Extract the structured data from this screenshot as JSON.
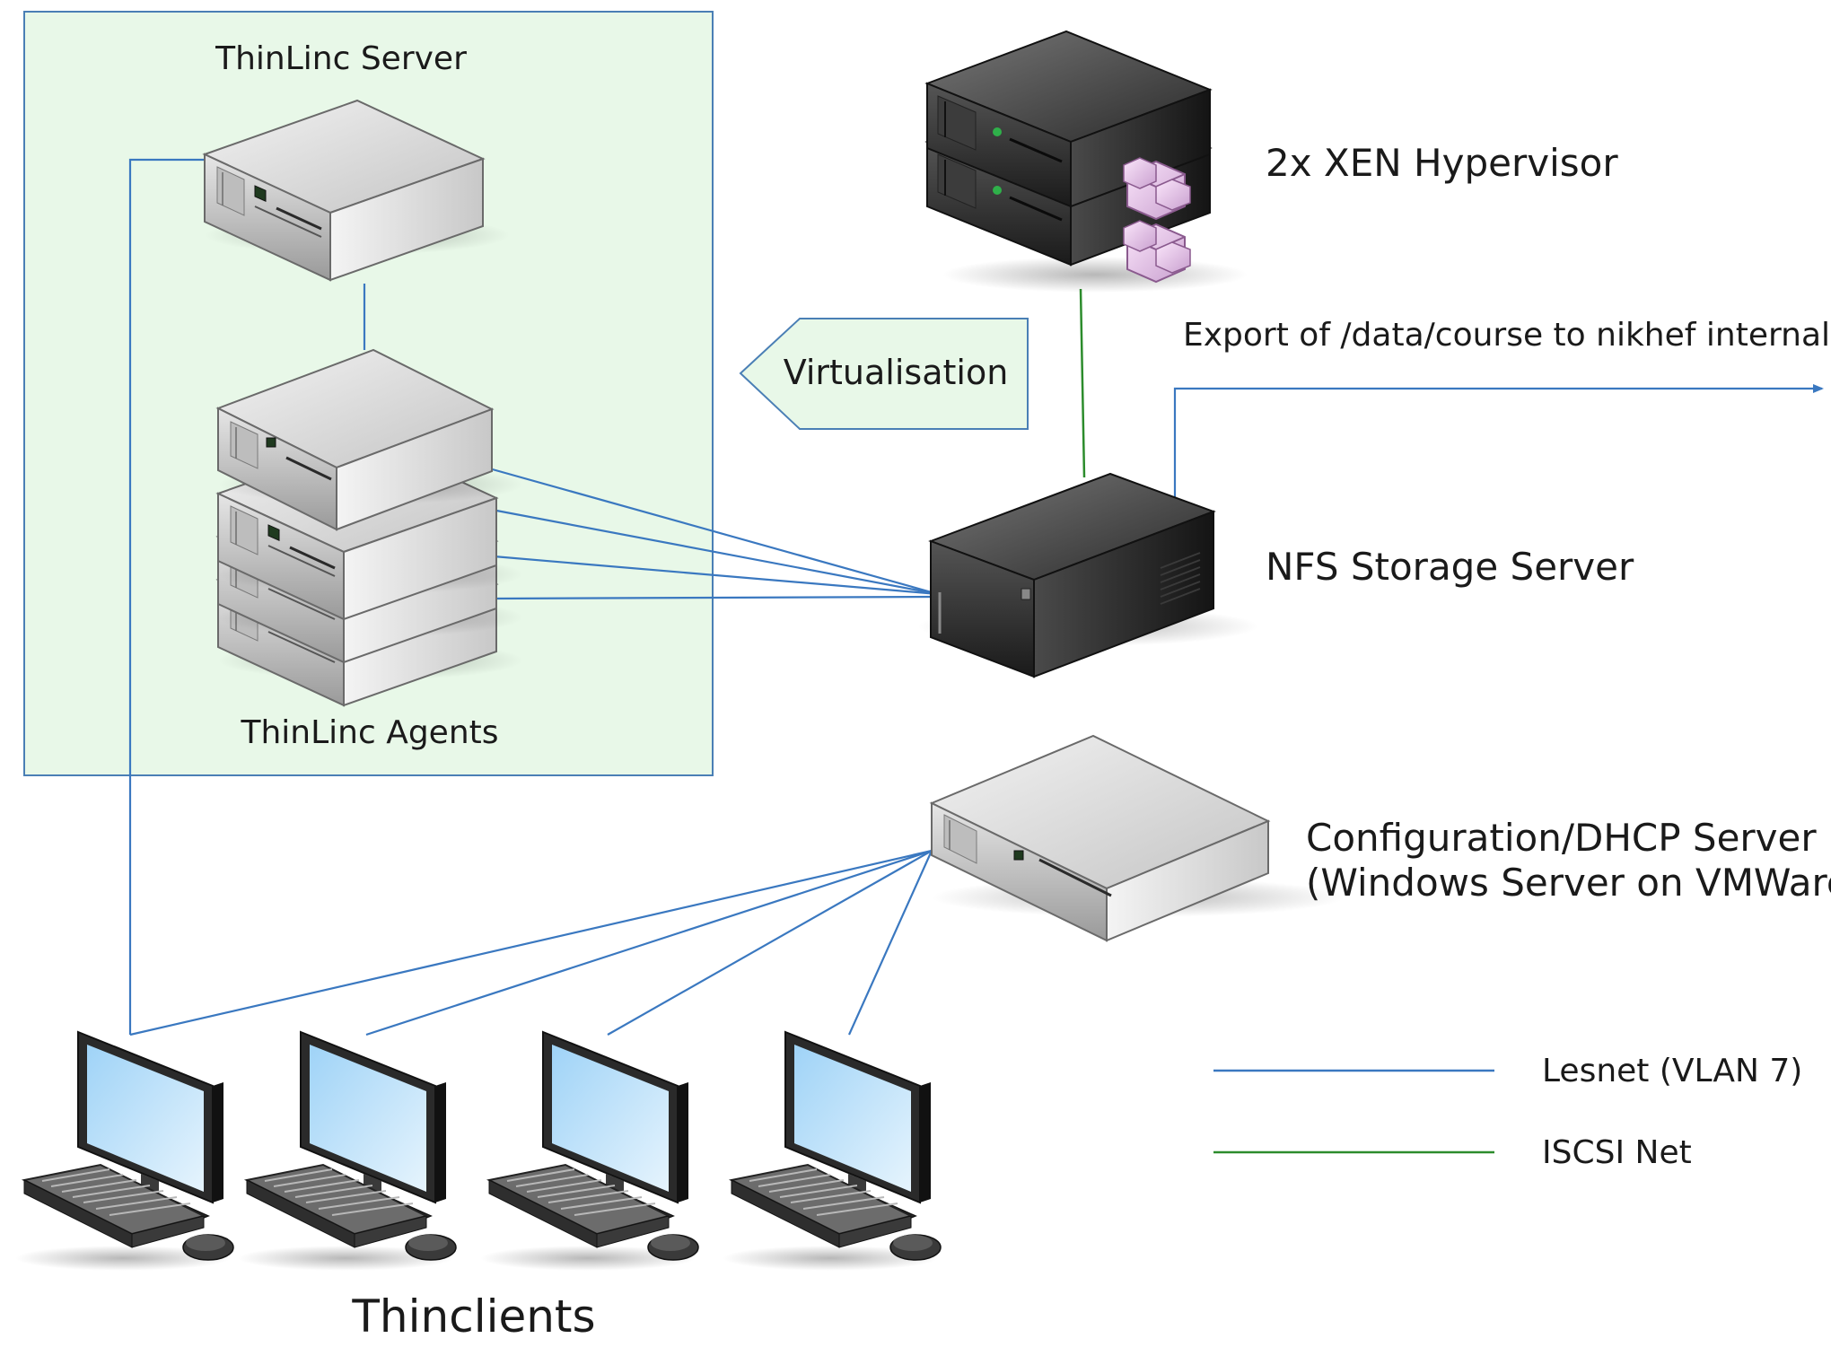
{
  "colors": {
    "lesnet": "#3a78c0",
    "iscsi": "#2c8c2c",
    "zone_fill": "#e8f8e8",
    "zone_border": "#4a7fb5",
    "virt_fill": "#e8f8e8"
  },
  "zone": {
    "title": "ThinLinc Server",
    "agents_label": "ThinLinc Agents"
  },
  "virtualisation": {
    "label": "Virtualisation"
  },
  "hypervisor": {
    "label": "2x XEN Hypervisor",
    "icon": "xen-cube-icon"
  },
  "export": {
    "label": "Export of /data/course to nikhef internal"
  },
  "nfs": {
    "label": "NFS Storage Server"
  },
  "config": {
    "line1": "Configuration/DHCP Server",
    "line2": "(Windows Server on VMWare"
  },
  "thinclients": {
    "label": "Thinclients",
    "count": 4
  },
  "legend": [
    {
      "name": "Lesnet (VLAN 7)",
      "color": "#3a78c0"
    },
    {
      "name": "ISCSI Net",
      "color": "#2c8c2c"
    }
  ]
}
